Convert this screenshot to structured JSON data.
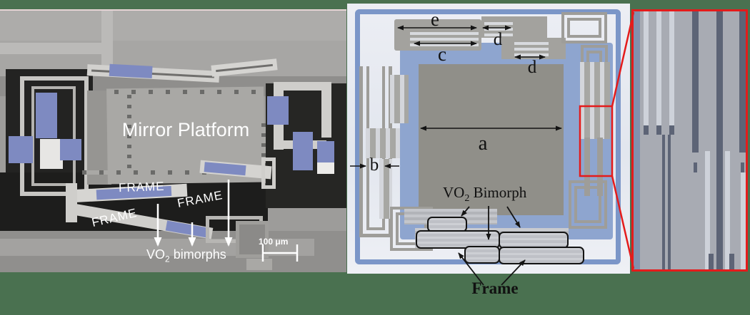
{
  "page": {
    "background_color": "#4a7150"
  },
  "sem": {
    "platform_label": "Mirror Platform",
    "frame_labels": [
      "FRAME",
      "FRAME",
      "FRAME"
    ],
    "bimorph_label": {
      "prefix": "VO",
      "sub": "2",
      "rest": " bimorphs"
    },
    "scale_bar_label": "100 μm",
    "highlight_color": "#7e8ac1"
  },
  "schematic": {
    "labels": {
      "a": "a",
      "b": "b",
      "c": "c",
      "d_upper": "d",
      "d_lower": "d",
      "e": "e"
    },
    "bimorph_label": {
      "prefix": "VO",
      "sub": "2",
      "rest": " Bimorph"
    },
    "frame_label": "Frame",
    "frame_border_color": "#7b96c8",
    "field_color": "#8ea5cf",
    "platform_color": "#908f89"
  },
  "inset": {
    "border_color": "#e41b1b"
  }
}
